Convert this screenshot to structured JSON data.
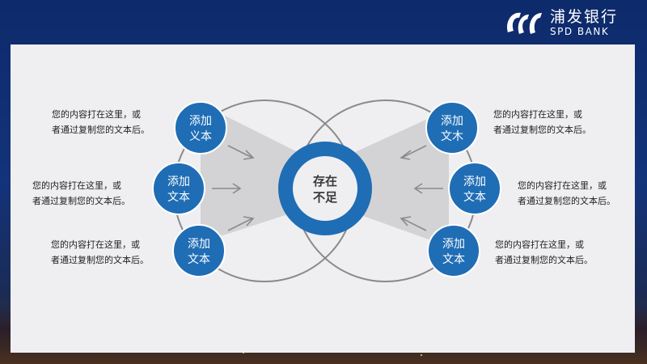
{
  "logo": {
    "name_cn": "浦发银行",
    "name_en": "SPD BANK"
  },
  "center": {
    "line1": "存在",
    "line2": "不足"
  },
  "left_items": [
    {
      "label_line1": "添加",
      "label_line2": "义本",
      "desc_line1": "您的内容打在这里，或",
      "desc_line2": "者通过复制您的文本后。"
    },
    {
      "label_line1": "添加",
      "label_line2": "文本",
      "desc_line1": "您的内容打在这里，或",
      "desc_line2": "者通过复制您的文本后。"
    },
    {
      "label_line1": "添加",
      "label_line2": "文本",
      "desc_line1": "您的内容打在这里，或",
      "desc_line2": "者通过复制您的文本后。"
    }
  ],
  "right_items": [
    {
      "label_line1": "添加",
      "label_line2": "文木",
      "desc_line1": "您的内容打在这里，或",
      "desc_line2": "者通过复制您的文本后。"
    },
    {
      "label_line1": "添加",
      "label_line2": "文本",
      "desc_line1": "您的内容打在这里，或",
      "desc_line2": "者通过复制您的文本后。"
    },
    {
      "label_line1": "添加",
      "label_line2": "文本",
      "desc_line1": "您的内容打在这里，或",
      "desc_line2": "者通过复制您的文本后。"
    }
  ],
  "colors": {
    "accent": "#1f6db5",
    "panel": "#efeff1",
    "ring": "#8a8a8a",
    "wedge": "#d3d3d5"
  }
}
